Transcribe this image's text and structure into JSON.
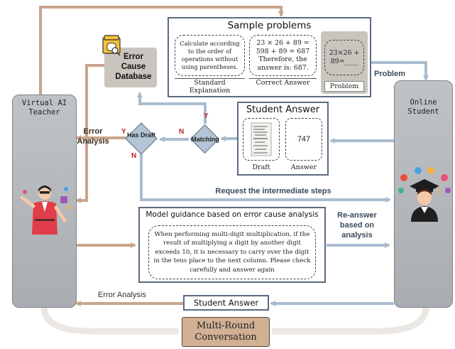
{
  "panels": {
    "teacher_title": "Virtual AI Teacher",
    "student_title": "Online Student"
  },
  "sample_problems": {
    "title": "Sample problems",
    "explanation_text": "Calculate according to the order of operations without using parentheses.",
    "explanation_label": "Standard Explanation",
    "answer_text": "23 × 26 + 89 = 598 + 89 = 687 Therefore, the answer is: 687.",
    "answer_label": "Correct Answer",
    "problem_text": "23×26 + 89=____",
    "problem_label": "Problem"
  },
  "database": {
    "label": "Error Cause Database"
  },
  "student_answer_box": {
    "title": "Student Answer",
    "answer_value": "747",
    "draft_label": "Draft",
    "answer_label": "Answer"
  },
  "decisions": {
    "matching_label": "Matching",
    "has_draft_label": "Has Draft",
    "matching_yes": "Y",
    "matching_no": "N",
    "draft_yes": "Y",
    "draft_no": "N"
  },
  "flow_labels": {
    "problem": "Problem",
    "error_analysis_top": "Error Analysis",
    "request_steps": "Request the intermediate steps",
    "reanswer": "Re-answer based on analysis",
    "error_analysis_bottom": "Error Analysis"
  },
  "guidance": {
    "title": "Model guidance based on error cause analysis",
    "text": "When performing multi-digit multiplication, if the result of multiplying a digit by another digit exceeds 10, it is necessary to carry over the digit in the tens place to the next column. Please check carefully and answer again"
  },
  "student_answer_bottom": "Student Answer",
  "multi_round": "Multi-Round Conversation",
  "colors": {
    "brown_arrow": "#c9a58c",
    "blue_arrow": "#a9bccf",
    "frame_border": "#5a6a80",
    "decision_fill": "#b3c4d6",
    "yes_no_red": "#c0201b"
  },
  "icons": [
    "database-icon",
    "teacher-avatar-icon",
    "student-avatar-icon",
    "draft-paper-icon"
  ]
}
